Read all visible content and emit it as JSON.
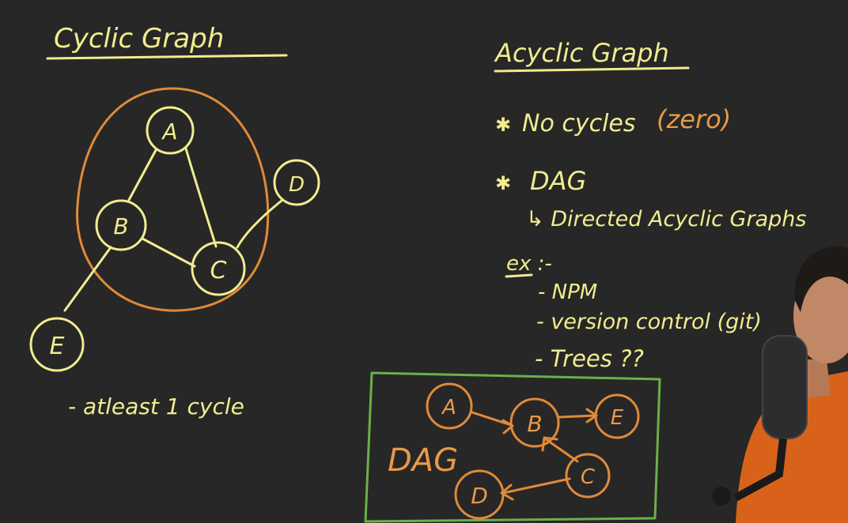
{
  "left": {
    "title": "Cyclic Graph",
    "nodes": [
      "A",
      "B",
      "C",
      "D",
      "E"
    ],
    "note": "- atleast  1 cycle"
  },
  "right": {
    "title": "Acyclic Graph",
    "bullet1": "No cycles",
    "bullet1_extra": "(zero)",
    "bullet2": "DAG",
    "bullet2_sub": "↳ Directed Acyclic Graphs",
    "ex_label": "ex :-",
    "examples": [
      "- NPM",
      "- version control (git)",
      "- Trees ??"
    ]
  },
  "dag_box": {
    "label": "DAG",
    "nodes": [
      "A",
      "B",
      "E",
      "C",
      "D"
    ]
  },
  "colors": {
    "background": "#272727",
    "chalk_yellow": "#f1ec8f",
    "orange": "#e89a47",
    "green": "#6ab04a",
    "shirt": "#e06a1b"
  }
}
